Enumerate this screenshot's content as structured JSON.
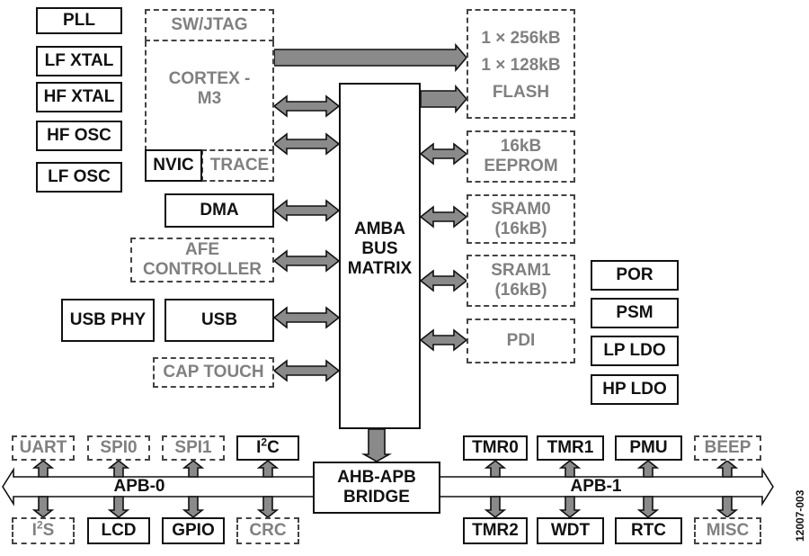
{
  "left_clocks": [
    "PLL",
    "LF XTAL",
    "HF XTAL",
    "HF OSC",
    "LF OSC"
  ],
  "cortex": {
    "swjtag": "SW/JTAG",
    "core_line1": "CORTEX -",
    "core_line2": "M3",
    "nvic": "NVIC",
    "trace": "TRACE"
  },
  "masters": {
    "dma": "DMA",
    "afe_line1": "AFE",
    "afe_line2": "CONTROLLER",
    "usb_phy": "USB PHY",
    "usb": "USB",
    "cap_touch": "CAP TOUCH"
  },
  "bus_matrix": {
    "line1": "AMBA",
    "line2": "BUS",
    "line3": "MATRIX"
  },
  "memories": {
    "flash_line1": "1 × 256kB",
    "flash_line2": "1 × 128kB",
    "flash_line3": "FLASH",
    "eeprom_line1": "16kB",
    "eeprom_line2": "EEPROM",
    "sram0_line1": "SRAM0",
    "sram0_line2": "(16kB)",
    "sram1_line1": "SRAM1",
    "sram1_line2": "(16kB)",
    "pdi": "PDI"
  },
  "power": [
    "POR",
    "PSM",
    "LP LDO",
    "HP LDO"
  ],
  "bridge": {
    "line1": "AHB-APB",
    "line2": "BRIDGE"
  },
  "apb0": {
    "label": "APB-0",
    "top": [
      "UART",
      "SPI0",
      "SPI1"
    ],
    "i2c_a": "I",
    "i2c_sup": "2",
    "i2c_b": "C",
    "i2s_a": "I",
    "i2s_sup": "2",
    "i2s_b": "S",
    "bottom": [
      "LCD",
      "GPIO",
      "CRC"
    ]
  },
  "apb1": {
    "label": "APB-1",
    "top": [
      "TMR0",
      "TMR1",
      "PMU",
      "BEEP"
    ],
    "bottom": [
      "TMR2",
      "WDT",
      "RTC",
      "MISC"
    ]
  },
  "figure_id": "12007-003"
}
